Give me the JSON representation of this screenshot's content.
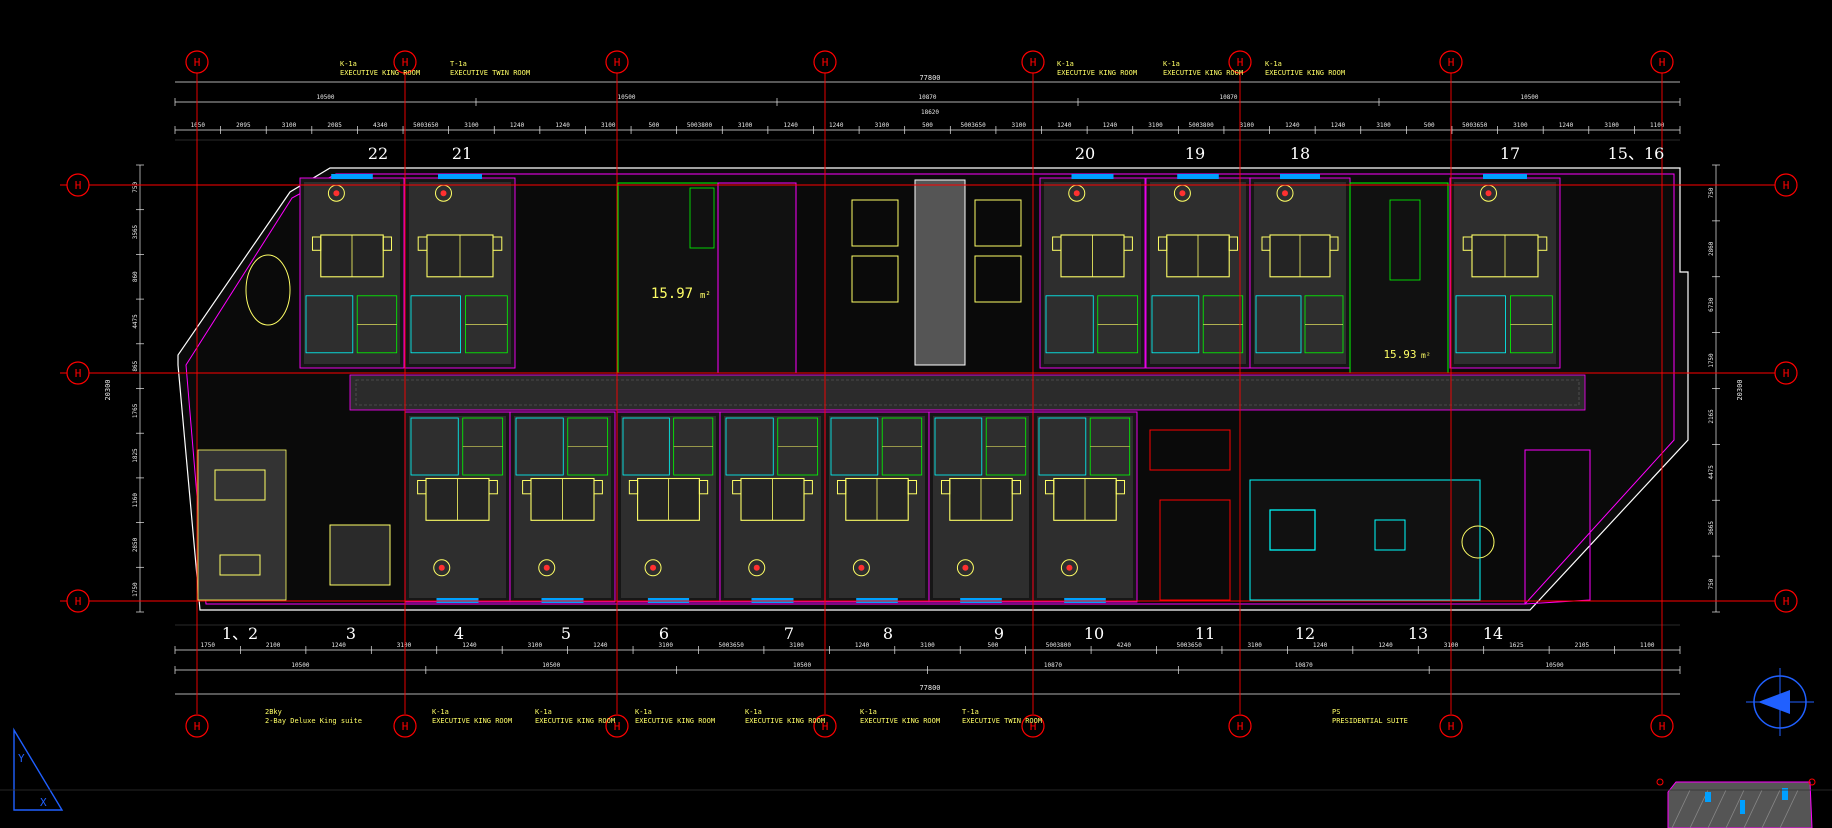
{
  "colors": {
    "background": "#000000",
    "grid_axis": "#ff0000",
    "dimension": "#e8e8e8",
    "wall_outline": "#ff00ff",
    "furniture": "#ffff66",
    "equipment": "#00ff00",
    "glazing": "#00a0ff",
    "partition": "#00ffff"
  },
  "grid_bubbles": {
    "top": [
      "H",
      "H",
      "H",
      "H",
      "H",
      "H",
      "H",
      "H"
    ],
    "bottom": [
      "H",
      "H",
      "H",
      "H",
      "H",
      "H",
      "H",
      "H"
    ],
    "left": [
      "H",
      "H",
      "H"
    ],
    "right": [
      "H",
      "H",
      "H"
    ]
  },
  "room_numbers": {
    "top": [
      "22",
      "21",
      "20",
      "19",
      "18",
      "17",
      "15、16"
    ],
    "bottom": [
      "1、2",
      "3",
      "4",
      "5",
      "6",
      "7",
      "8",
      "9",
      "10",
      "11",
      "12",
      "13",
      "14"
    ]
  },
  "room_types": {
    "top": [
      {
        "code": "K-1a",
        "name": "EXECUTIVE KING ROOM"
      },
      {
        "code": "T-1a",
        "name": "EXECUTIVE TWIN ROOM"
      },
      {
        "code": "K-1a",
        "name": "EXECUTIVE KING ROOM"
      },
      {
        "code": "K-1a",
        "name": "EXECUTIVE KING ROOM"
      },
      {
        "code": "K-1a",
        "name": "EXECUTIVE KING ROOM"
      }
    ],
    "bottom": [
      {
        "code": "2Bky",
        "name": "2-Bay Deluxe King suite"
      },
      {
        "code": "K-1a",
        "name": "EXECUTIVE KING ROOM"
      },
      {
        "code": "K-1a",
        "name": "EXECUTIVE KING ROOM"
      },
      {
        "code": "K-1a",
        "name": "EXECUTIVE KING ROOM"
      },
      {
        "code": "K-1a",
        "name": "EXECUTIVE KING ROOM"
      },
      {
        "code": "K-1a",
        "name": "EXECUTIVE KING ROOM"
      },
      {
        "code": "T-1a",
        "name": "EXECUTIVE TWIN ROOM"
      },
      {
        "code": "PS",
        "name": "PRESIDENTIAL SUITE"
      }
    ]
  },
  "dimensions": {
    "overall_top": "77800",
    "overall_bottom": "77800",
    "overall_mid": "18620",
    "bays_top": [
      "10500",
      "10500",
      "10870",
      "10870",
      "10500"
    ],
    "bays_bottom": [
      "10500",
      "10500",
      "10500",
      "10870",
      "10870",
      "10500"
    ],
    "details_top": [
      "1050",
      "2095",
      "3100",
      "2085",
      "4340",
      "5003650",
      "3100",
      "1240",
      "1240",
      "3100",
      "500",
      "5003800",
      "3100",
      "1240",
      "1240",
      "3100",
      "500",
      "5003650",
      "3100",
      "1240",
      "1240",
      "3100",
      "5003800",
      "3100",
      "1240",
      "1240",
      "3100",
      "500",
      "5003650",
      "3100",
      "1240",
      "3100",
      "1100"
    ],
    "details_bottom": [
      "1750",
      "2100",
      "1240",
      "3100",
      "1240",
      "3100",
      "1240",
      "3100",
      "5003650",
      "3100",
      "1240",
      "3100",
      "500",
      "5003800",
      "4240",
      "5003650",
      "3100",
      "1240",
      "1240",
      "3100",
      "1625",
      "2105",
      "1100"
    ],
    "left_side": [
      "750",
      "3565",
      "860",
      "4475",
      "865",
      "1765",
      "1825",
      "1160",
      "2850",
      "1750"
    ],
    "left_total": "20300",
    "right_side": [
      "750",
      "2860",
      "6730",
      "1750",
      "2165",
      "4475",
      "3665",
      "750"
    ],
    "right_total": "20300"
  },
  "core_labels": {
    "area_1_value": "15.97",
    "area_1_unit": "m²",
    "area_2_value": "15.93",
    "area_2_unit": "m²"
  }
}
